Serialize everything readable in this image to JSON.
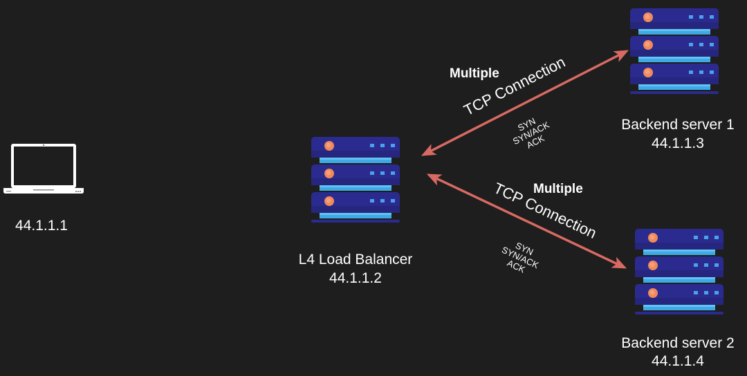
{
  "colors": {
    "background": "#1e1e1e",
    "arrow": "#d86a63",
    "server_body": "#2b2b8f",
    "server_stripe": "#3fa9e6",
    "server_led": "#f08a5a",
    "server_light": "#4aa3e8",
    "text": "#ffffff"
  },
  "nodes": {
    "client": {
      "icon": "laptop-icon",
      "ip": "44.1.1.1"
    },
    "load_balancer": {
      "icon": "server-icon",
      "name": "L4 Load Balancer",
      "ip": "44.1.1.2"
    },
    "backend1": {
      "icon": "server-icon",
      "name": "Backend server 1",
      "ip": "44.1.1.3"
    },
    "backend2": {
      "icon": "server-icon",
      "name": "Backend server 2",
      "ip": "44.1.1.4"
    }
  },
  "connections": [
    {
      "from": "load_balancer",
      "to": "backend1",
      "title": "Multiple",
      "label": "TCP Connection",
      "handshake": [
        "SYN",
        "SYN/ACK",
        "ACK"
      ],
      "bidirectional": true
    },
    {
      "from": "load_balancer",
      "to": "backend2",
      "title": "Multiple",
      "label": "TCP Connection",
      "handshake": [
        "SYN",
        "SYN/ACK",
        "ACK"
      ],
      "bidirectional": true
    }
  ]
}
